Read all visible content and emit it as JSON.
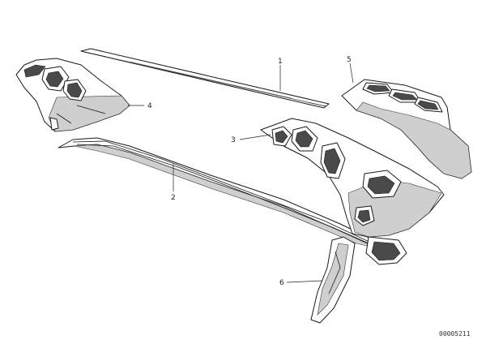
{
  "diagram": {
    "callouts": [
      {
        "id": "1",
        "label": "1"
      },
      {
        "id": "2",
        "label": "2"
      },
      {
        "id": "3",
        "label": "3"
      },
      {
        "id": "4",
        "label": "4"
      },
      {
        "id": "5",
        "label": "5"
      },
      {
        "id": "6",
        "label": "6"
      }
    ],
    "reference_number": "00005211"
  }
}
